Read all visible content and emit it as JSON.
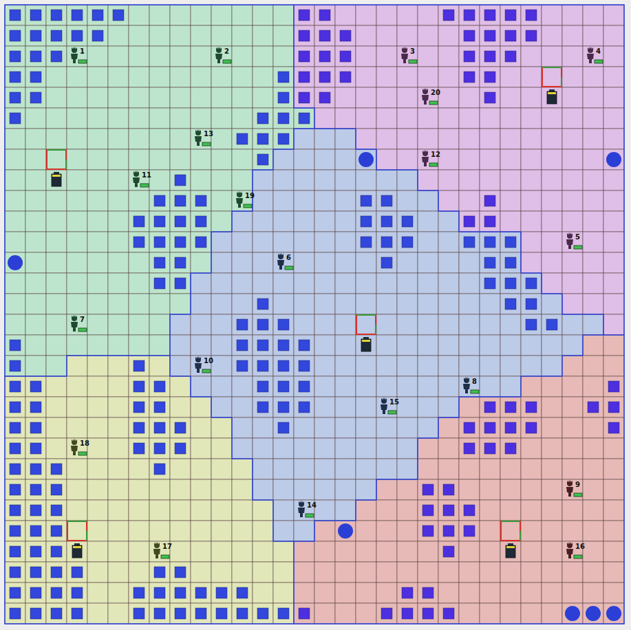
{
  "diagram": {
    "labels": [
      "1",
      "2",
      "3",
      "4",
      "20",
      "13",
      "12",
      "11",
      "19",
      "5",
      "6",
      "7",
      "10",
      "8",
      "15",
      "18",
      "9",
      "14",
      "17",
      "16"
    ]
  }
}
